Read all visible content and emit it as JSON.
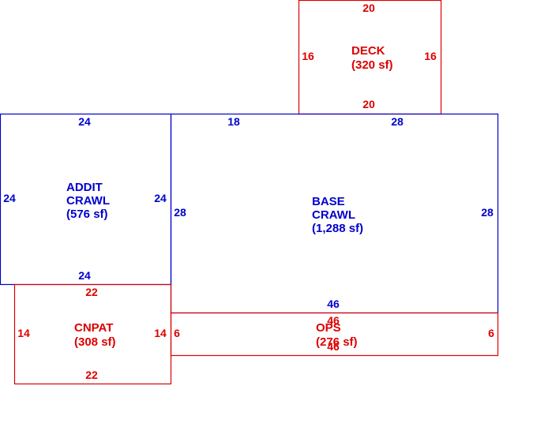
{
  "colors": {
    "primary_area": "#0000cc",
    "secondary_area": "#dd0000",
    "background": "#ffffff"
  },
  "areas": {
    "deck": {
      "name": "DECK",
      "area": "(320 sf)",
      "dims": {
        "top": "20",
        "bottom": "20",
        "left": "16",
        "right": "16"
      }
    },
    "addit_crawl": {
      "name_line1": "ADDIT",
      "name_line2": "CRAWL",
      "area": "(576 sf)",
      "dims": {
        "top": "24",
        "bottom": "24",
        "left": "24",
        "right": "24"
      }
    },
    "base_crawl": {
      "name_line1": "BASE",
      "name_line2": "CRAWL",
      "area": "(1,288 sf)",
      "dims": {
        "top_left": "18",
        "top_right": "28",
        "bottom": "46",
        "left": "28",
        "right": "28"
      }
    },
    "cnpat": {
      "name": "CNPAT",
      "area": "(308 sf)",
      "dims": {
        "top": "22",
        "bottom": "22",
        "left": "14",
        "right": "14"
      }
    },
    "ops": {
      "name": "OPS",
      "area": "(276 sf)",
      "dims": {
        "top": "46",
        "bottom": "46",
        "left": "6",
        "right": "6"
      }
    }
  }
}
